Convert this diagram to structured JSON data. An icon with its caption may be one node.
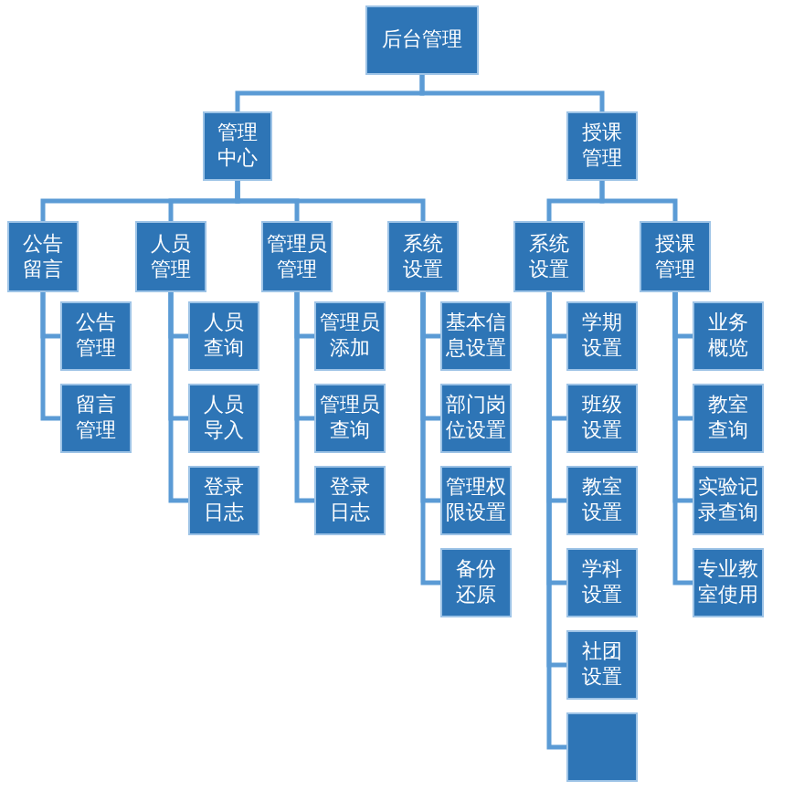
{
  "diagram": {
    "nodes": [
      {
        "text": [
          "后台管理"
        ]
      },
      {
        "text": [
          "管理中心"
        ]
      },
      {
        "text": [
          "授课管理"
        ]
      },
      {
        "text": [
          "公告留言"
        ]
      },
      {
        "text": [
          "人员管理"
        ]
      },
      {
        "text": [
          "管理员管理"
        ]
      },
      {
        "text": [
          "系统设置"
        ]
      },
      {
        "text": [
          "系统设置"
        ]
      },
      {
        "text": [
          "授课管理"
        ]
      },
      {
        "text": [
          "公告管理"
        ]
      },
      {
        "text": [
          "留言管理"
        ]
      },
      {
        "text": [
          "人员查询"
        ]
      },
      {
        "text": [
          "人员导入"
        ]
      },
      {
        "text": [
          "登录日志"
        ]
      },
      {
        "text": [
          "管理员添加"
        ]
      },
      {
        "text": [
          "管理员查询"
        ]
      },
      {
        "text": [
          "登录日志"
        ]
      },
      {
        "text": [
          "基本信息设置"
        ]
      },
      {
        "text": [
          "部门岗位设置"
        ]
      },
      {
        "text": [
          "管理权限设置"
        ]
      },
      {
        "text": [
          "备份还原"
        ]
      },
      {
        "text": [
          "学期设置"
        ]
      },
      {
        "text": [
          "班级设置"
        ]
      },
      {
        "text": [
          "教室设置"
        ]
      },
      {
        "text": [
          "学科设置"
        ]
      },
      {
        "text": [
          "社团设置"
        ]
      },
      {
        "text": [],
        "shape": "box"
      },
      {
        "text": [
          "业务概览"
        ]
      },
      {
        "text": [
          "教室查询"
        ]
      },
      {
        "text": [
          "实验记录查询"
        ]
      },
      {
        "text": [
          "专业教室使用"
        ]
      }
    ],
    "edges": [
      {
        "from": 0,
        "to": 1,
        "arrow": "none"
      },
      {
        "from": 0,
        "to": 2,
        "arrow": "none"
      },
      {
        "from": 1,
        "to": 3,
        "arrow": "none"
      },
      {
        "from": 1,
        "to": 4,
        "arrow": "none"
      },
      {
        "from": 1,
        "to": 5,
        "arrow": "none"
      },
      {
        "from": 1,
        "to": 6,
        "arrow": "none"
      },
      {
        "from": 2,
        "to": 7,
        "arrow": "none"
      },
      {
        "from": 2,
        "to": 8,
        "arrow": "none"
      },
      {
        "from": 3,
        "to": 9,
        "arrow": "none"
      },
      {
        "from": 3,
        "to": 10,
        "arrow": "none"
      },
      {
        "from": 4,
        "to": 11,
        "arrow": "none"
      },
      {
        "from": 4,
        "to": 12,
        "arrow": "none"
      },
      {
        "from": 4,
        "to": 13,
        "arrow": "none"
      },
      {
        "from": 5,
        "to": 14,
        "arrow": "none"
      },
      {
        "from": 5,
        "to": 15,
        "arrow": "none"
      },
      {
        "from": 5,
        "to": 16,
        "arrow": "none"
      },
      {
        "from": 6,
        "to": 17,
        "arrow": "none"
      },
      {
        "from": 6,
        "to": 18,
        "arrow": "none"
      },
      {
        "from": 6,
        "to": 19,
        "arrow": "none"
      },
      {
        "from": 6,
        "to": 20,
        "arrow": "none"
      },
      {
        "from": 7,
        "to": 21,
        "arrow": "none"
      },
      {
        "from": 7,
        "to": 22,
        "arrow": "none"
      },
      {
        "from": 7,
        "to": 23,
        "arrow": "none"
      },
      {
        "from": 7,
        "to": 24,
        "arrow": "none"
      },
      {
        "from": 7,
        "to": 25,
        "arrow": "none"
      },
      {
        "from": 7,
        "to": 26,
        "arrow": "none"
      },
      {
        "from": 8,
        "to": 27,
        "arrow": "none"
      },
      {
        "from": 8,
        "to": 28,
        "arrow": "none"
      },
      {
        "from": 8,
        "to": 29,
        "arrow": "none"
      },
      {
        "from": 8,
        "to": 30,
        "arrow": "none"
      }
    ]
  }
}
